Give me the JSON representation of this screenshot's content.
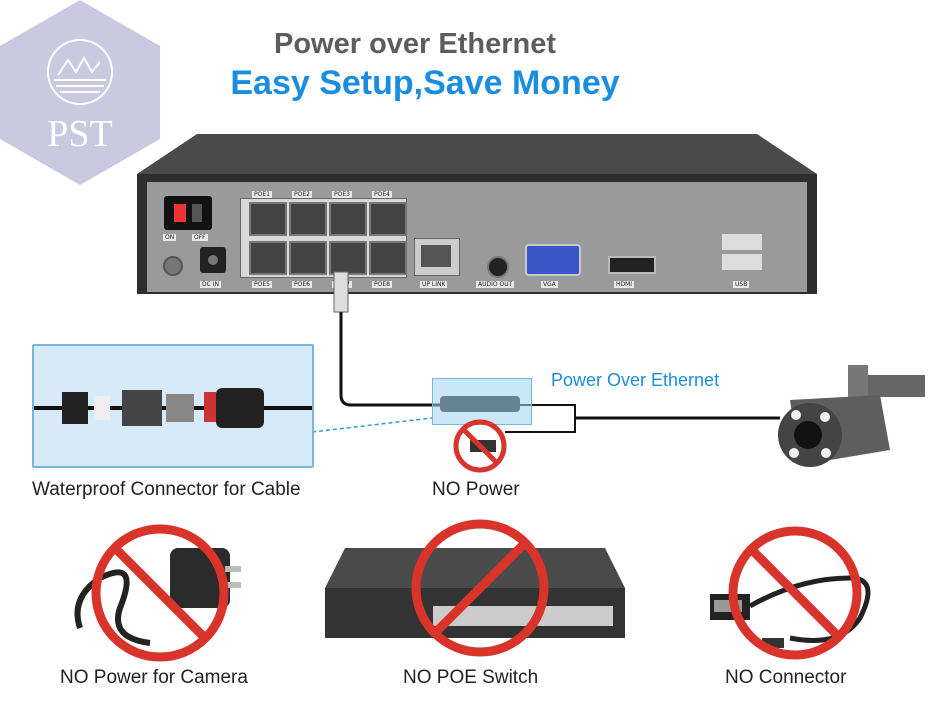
{
  "header": {
    "title": "Power over Ethernet",
    "subtitle": "Easy Setup,Save Money"
  },
  "logo": {
    "text": "PST",
    "icon": "mountain-icon"
  },
  "nvr": {
    "ports_top": [
      "POE1",
      "POE2",
      "POE3",
      "POE4"
    ],
    "ports_bottom": [
      "POE5",
      "POE6",
      "POE7",
      "POE8"
    ],
    "switch_labels": [
      "ON",
      "OFF"
    ],
    "dc_in": "DC IN",
    "uplink": "UP LINK",
    "audio_out": "AUDIO OUT",
    "vga": "VGA",
    "hdmi": "HDMI",
    "usb": "USB"
  },
  "labels": {
    "poe": "Power Over Ethernet",
    "waterproof": "Waterproof Connector for Cable",
    "no_power": "NO Power",
    "no_power_camera": "NO Power for Camera",
    "no_poe_switch": "NO POE Switch",
    "no_connector": "NO Connector"
  },
  "colors": {
    "accent_blue": "#1b8de0",
    "prohibit_red": "#d9342b",
    "logo_bg": "#c9c9e0"
  }
}
